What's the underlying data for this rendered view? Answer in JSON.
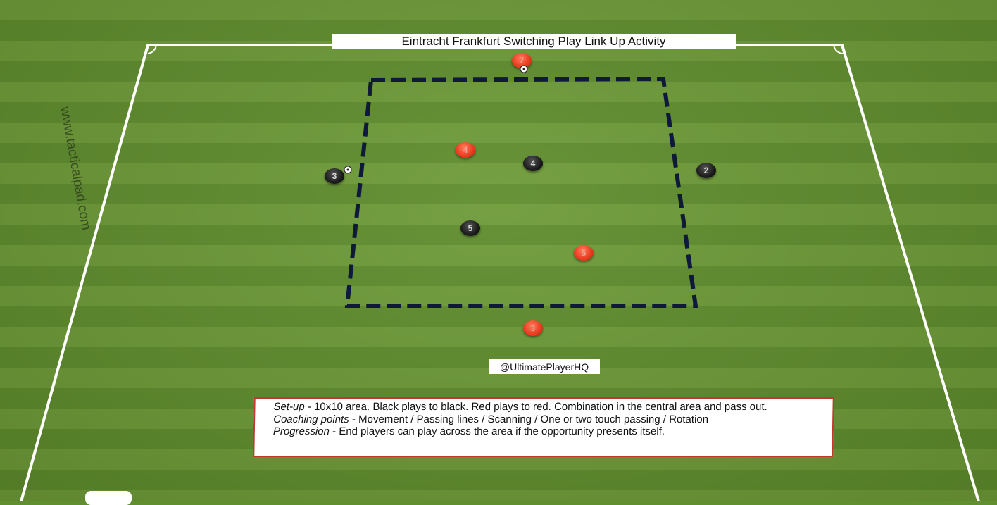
{
  "title": "Eintracht Frankfurt Switching Play Link Up Activity",
  "watermark": "www.tacticalpad.com",
  "handle": "@UltimatePlayerHQ",
  "notes": {
    "setup_label": "Set-up",
    "setup_text": " - 10x10 area. Black plays to black. Red plays to red. Combination in the central area and pass out.",
    "coaching_label": "Coaching points",
    "coaching_text": " - Movement / Passing lines / Scanning / One or two touch passing / Rotation",
    "progression_label": "Progression",
    "progression_text": " - End players can play across the area if the opportunity presents itself."
  },
  "colors": {
    "red_team": "#e83a1e",
    "black_team": "#1c1c1c",
    "area_border": "#0f1a3a",
    "notes_border": "#c0392b"
  },
  "players": [
    {
      "team": "red",
      "number": "7",
      "has_ball": true
    },
    {
      "team": "red",
      "number": "4",
      "has_ball": false
    },
    {
      "team": "black",
      "number": "4",
      "has_ball": false
    },
    {
      "team": "black",
      "number": "3",
      "has_ball": true
    },
    {
      "team": "black",
      "number": "2",
      "has_ball": false
    },
    {
      "team": "black",
      "number": "5",
      "has_ball": false
    },
    {
      "team": "red",
      "number": "5",
      "has_ball": false
    },
    {
      "team": "red",
      "number": "3",
      "has_ball": false
    }
  ]
}
